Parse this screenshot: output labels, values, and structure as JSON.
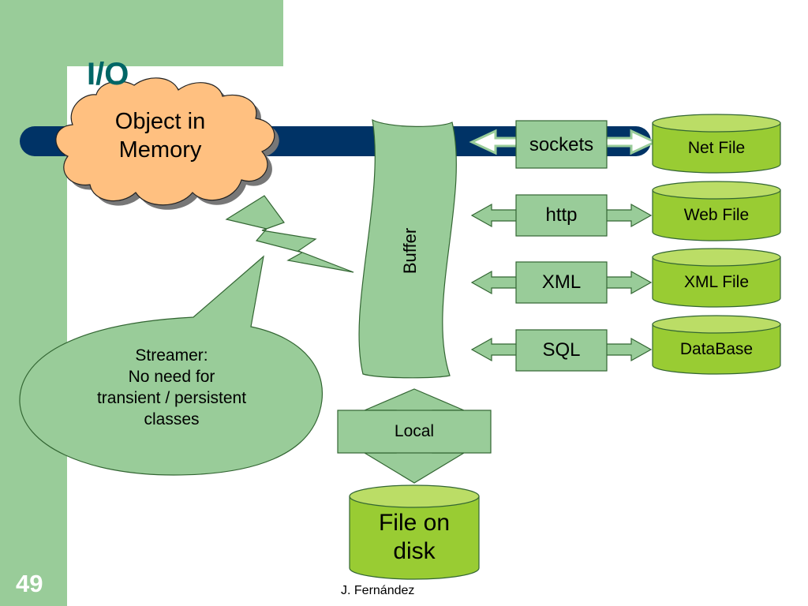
{
  "slide": {
    "title": "I/O",
    "page_number": "49",
    "author": "J. Fernández"
  },
  "diagram": {
    "object": [
      "Object in",
      "Memory"
    ],
    "buffer": "Buffer",
    "streamer": [
      "Streamer:",
      "No need for",
      "transient / persistent",
      "classes"
    ],
    "channels": [
      {
        "label": "sockets",
        "target": "Net File"
      },
      {
        "label": "http",
        "target": "Web File"
      },
      {
        "label": "XML",
        "target": "XML File"
      },
      {
        "label": "SQL",
        "target": "DataBase"
      }
    ],
    "local": "Local",
    "disk": [
      "File on",
      "disk"
    ]
  },
  "colors": {
    "side_band": "#99cc99",
    "title": "#006666",
    "bar": "#003366",
    "cloud": "#ffc080",
    "shape_fill": "#99cc99",
    "cylinder": "#99cc33",
    "cylinder_top": "#bbdd66"
  }
}
